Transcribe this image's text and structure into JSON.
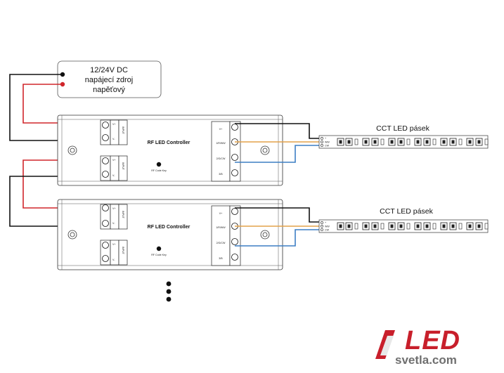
{
  "power_supply": {
    "lines": [
      "12/24V DC",
      "napájecí zdroj",
      "napěťový"
    ]
  },
  "controllers": [
    {
      "title": "RF LED Controller",
      "code_key_label": "RF Code Key",
      "input_terminals": [
        "V+",
        "V-"
      ],
      "input_label": "INPUT",
      "output_terminals": [
        "V+",
        "1/R/WW",
        "2/G/CW",
        "3/B"
      ]
    },
    {
      "title": "RF LED Controller",
      "code_key_label": "RF Code Key",
      "input_terminals": [
        "V+",
        "V-"
      ],
      "input_label": "INPUT",
      "output_terminals": [
        "V+",
        "1/R/WW",
        "2/G/CW",
        "3/B"
      ]
    }
  ],
  "strips": [
    {
      "label": "CCT LED pásek",
      "terminals": [
        "+",
        "WW",
        "CW"
      ]
    },
    {
      "label": "CCT LED pásek",
      "terminals": [
        "+",
        "WW",
        "CW"
      ]
    }
  ],
  "wire_colors": {
    "positive": "#d0262b",
    "negative": "#111111",
    "warm_white": "#e3a24a",
    "cold_white": "#3d7fc4"
  },
  "logo": {
    "brand": "LED",
    "domain": "svetla.com",
    "accent": "#c81f2b"
  }
}
